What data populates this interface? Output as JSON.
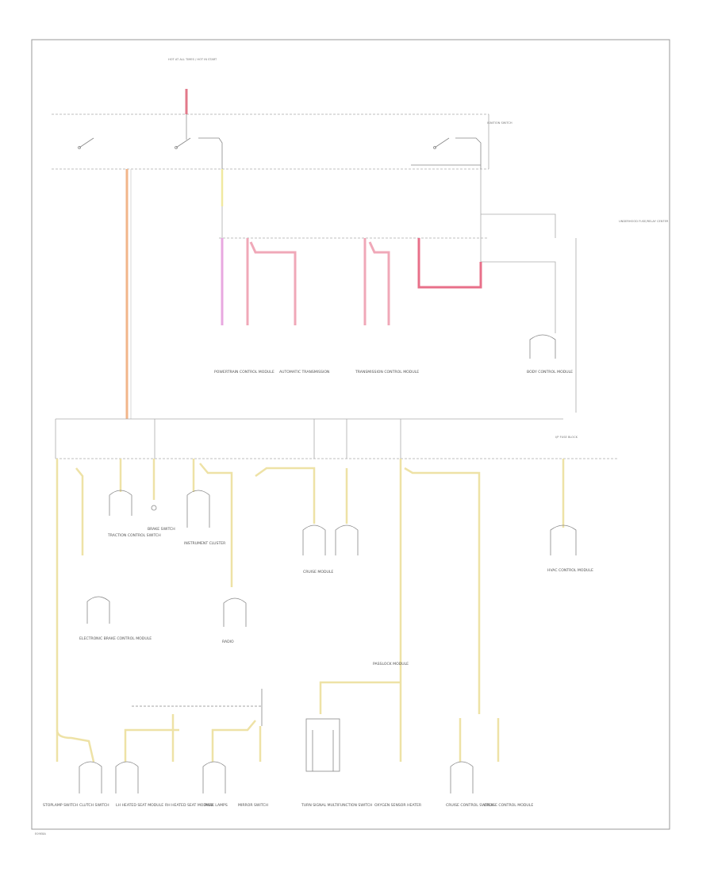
{
  "diagram": {
    "footer_id": "E09E8A",
    "top_source": "HOT AT ALL TIMES / HOT IN START",
    "ignition_switch_label": "IGNITION SWITCH",
    "underhood_label": "UNDERHOOD FUSE/RELAY CENTER",
    "fuse_block_label": "I/P FUSE BLOCK",
    "modules": [
      {
        "key": "powertrain",
        "label": "POWERTRAIN CONTROL MODULE"
      },
      {
        "key": "auto_trans",
        "label": "AUTOMATIC TRANSMISSION"
      },
      {
        "key": "trans_module",
        "label": "TRANSMISSION CONTROL MODULE"
      },
      {
        "key": "body_module",
        "label": "BODY CONTROL MODULE"
      },
      {
        "key": "elec_brake",
        "label": "ELECTRONIC BRAKE CONTROL MODULE"
      },
      {
        "key": "traction",
        "label": "TRACTION CONTROL SWITCH"
      },
      {
        "key": "brake_switch",
        "label": "BRAKE SWITCH"
      },
      {
        "key": "dash_cluster",
        "label": "INSTRUMENT CLUSTER"
      },
      {
        "key": "cruise",
        "label": "CRUISE MODULE"
      },
      {
        "key": "radio",
        "label": "RADIO"
      },
      {
        "key": "hvac",
        "label": "HVAC CONTROL MODULE"
      },
      {
        "key": "passlock",
        "label": "PASSLOCK MODULE"
      },
      {
        "key": "stoplamp",
        "label": "STOPLAMP SWITCH"
      },
      {
        "key": "clutch",
        "label": "CLUTCH SWITCH"
      },
      {
        "key": "lh_heated_seat",
        "label": "LH HEATED SEAT MODULE"
      },
      {
        "key": "rh_heated_seat",
        "label": "RH HEATED SEAT MODULE"
      },
      {
        "key": "park_lamps",
        "label": "PARK LAMPS"
      },
      {
        "key": "mirror_switch",
        "label": "MIRROR SWITCH"
      },
      {
        "key": "turn_signal",
        "label": "TURN SIGNAL MULTIFUNCTION SWITCH"
      },
      {
        "key": "o2_sensor",
        "label": "OXYGEN SENSOR HEATER"
      },
      {
        "key": "cruise_switch",
        "label": "CRUISE CONTROL SWITCH"
      },
      {
        "key": "cruise_module",
        "label": "CRUISE CONTROL MODULE"
      }
    ]
  }
}
